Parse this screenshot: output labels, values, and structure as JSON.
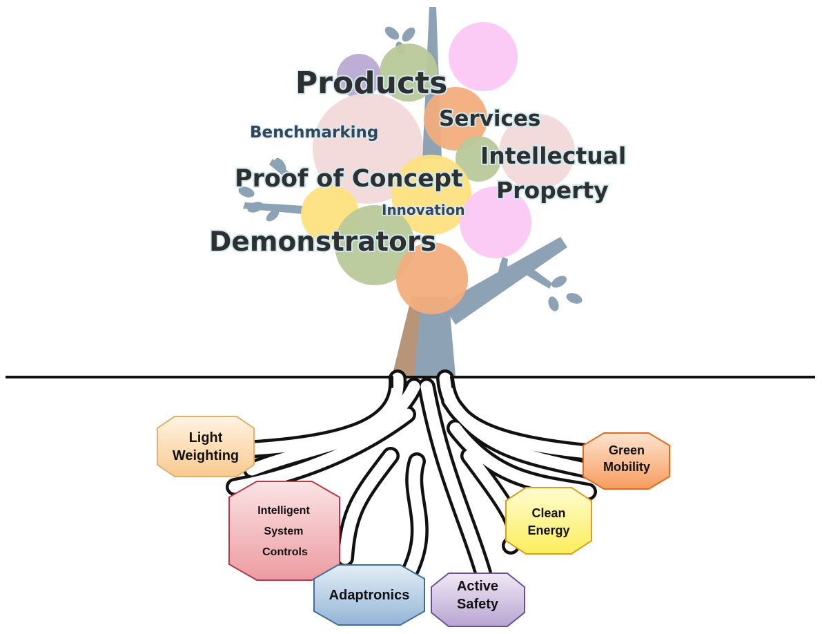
{
  "canopy": {
    "products": "Products",
    "services": "Services",
    "benchmarking": "Benchmarking",
    "intellectual_1": "Intellectual",
    "intellectual_2": "Property",
    "proof_of_concept": "Proof of Concept",
    "innovation": "Innovation",
    "demonstrators": "Demonstrators"
  },
  "roots": {
    "light_weighting_1": "Light",
    "light_weighting_2": "Weighting",
    "intelligent_1": "Intelligent",
    "intelligent_2": "System",
    "intelligent_3": "Controls",
    "adaptronics": "Adaptronics",
    "active_safety_1": "Active",
    "active_safety_2": "Safety",
    "clean_energy_1": "Clean",
    "clean_energy_2": "Energy",
    "green_mobility_1": "Green",
    "green_mobility_2": "Mobility"
  },
  "colors": {
    "trunk": "#8da2b5",
    "trunk_shade": "#b89478",
    "leaf": "#8aa2b4",
    "ground_line": "#111111",
    "root": "#111111",
    "bubble_pink": "#f2d9d9",
    "bubble_magenta": "#fbc8f5",
    "bubble_green": "#b9c99a",
    "bubble_orange": "#f2ad7d",
    "bubble_yellow": "#fde17e",
    "bubble_purple": "#bba9d3",
    "hex_light_weighting": "#fcd9ae",
    "hex_intelligent": "#f2b3b8",
    "hex_adaptronics": "#b3cde4",
    "hex_active_safety": "#cfc1e0",
    "hex_clean_energy": "#fdf58a",
    "hex_green_mobility": "#fbb98a"
  }
}
